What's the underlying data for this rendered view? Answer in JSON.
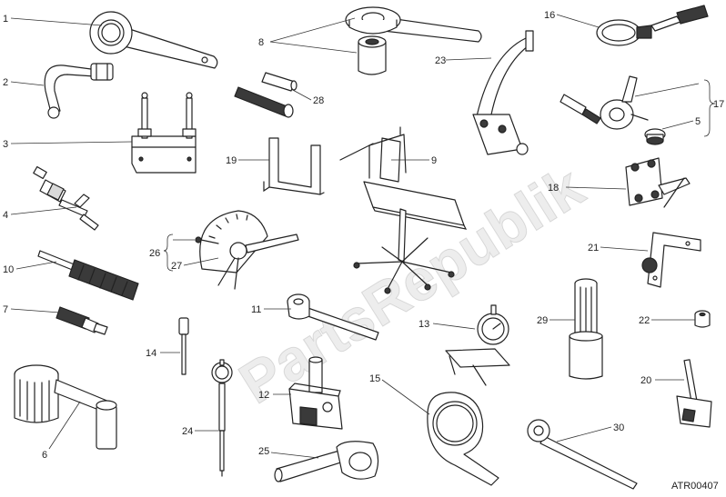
{
  "diagram": {
    "code": "ATR00407",
    "watermark": "PartsRepublik",
    "callouts": [
      "1",
      "2",
      "3",
      "4",
      "5",
      "6",
      "7",
      "8",
      "9",
      "10",
      "11",
      "12",
      "13",
      "14",
      "15",
      "16",
      "17",
      "18",
      "19",
      "20",
      "21",
      "22",
      "23",
      "24",
      "25",
      "26",
      "27",
      "28",
      "29",
      "30"
    ]
  }
}
